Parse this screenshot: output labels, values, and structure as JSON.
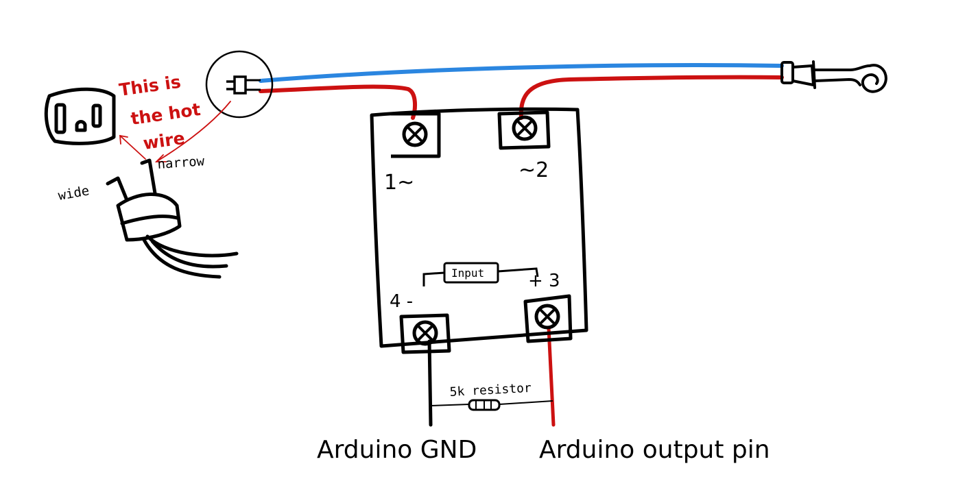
{
  "labels": {
    "hot_wire": [
      "This is",
      "the hot",
      "wire"
    ],
    "narrow": "narrow",
    "wide": "wide",
    "terminal_1": "1~",
    "terminal_2": "~2",
    "terminal_3": "+ 3",
    "terminal_4": "4 -",
    "input": "Input",
    "resistor": "5k resistor",
    "arduino_gnd": "Arduino GND",
    "arduino_output": "Arduino output pin"
  },
  "colors": {
    "ink": "#000000",
    "hot_wire": "#cc1111",
    "neutral_wire": "#2b86e0",
    "annotation": "#cc1111"
  },
  "icons": {
    "outlet": "wall-outlet-icon",
    "plug": "two-prong-plug-icon",
    "lamp": "lamp-socket-icon",
    "screw": "screw-terminal-icon"
  }
}
